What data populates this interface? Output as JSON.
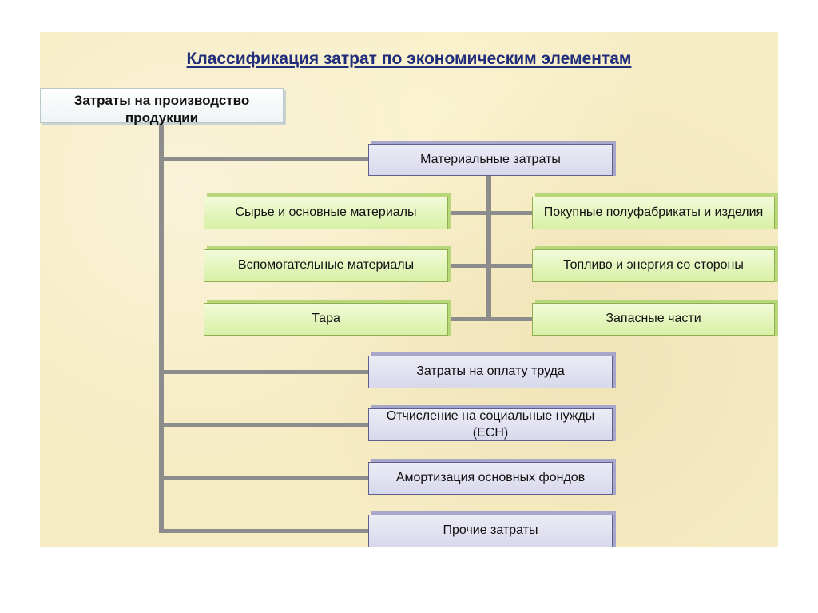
{
  "title": "Классификация затрат по экономическим элементам",
  "root": "Затраты на производство продукции",
  "elements": {
    "material": "Материальные затраты",
    "labor": "Затраты на оплату труда",
    "social": "Отчисление на социальные нужды (ЕСН)",
    "depreciation": "Амортизация основных фондов",
    "other": "Прочие затраты"
  },
  "material_items": {
    "raw": "Сырье и основные материалы",
    "auxiliary": "Вспомогательные материалы",
    "packaging": "Тара",
    "semifinished": "Покупные полуфабрикаты и изделия",
    "fuel": "Топливо и энергия со стороны",
    "spare": "Запасные части"
  }
}
